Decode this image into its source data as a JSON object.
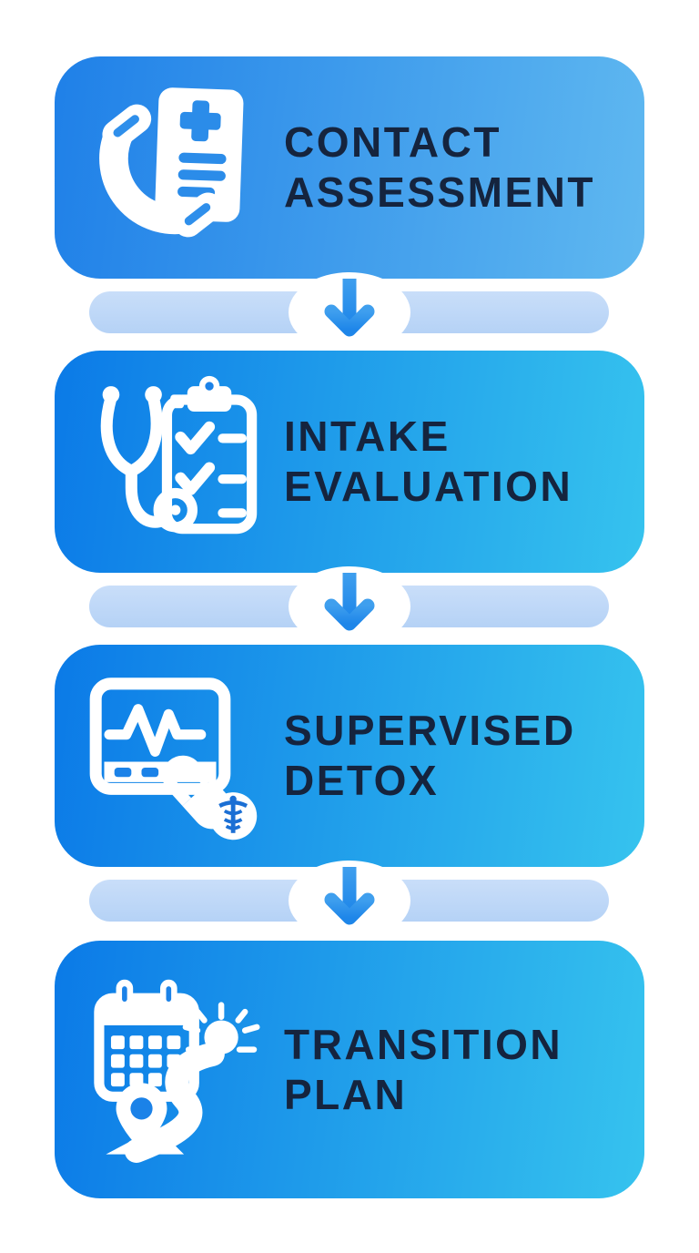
{
  "infographic": {
    "steps": [
      {
        "id": "contact-assessment",
        "line1": "CONTACT",
        "line2": "ASSESSMENT",
        "icon": "phone-medical-document-icon"
      },
      {
        "id": "intake-evaluation",
        "line1": "INTAKE",
        "line2": "EVALUATION",
        "icon": "stethoscope-clipboard-icon"
      },
      {
        "id": "supervised-detox",
        "line1": "SUPERVISED",
        "line2": "DETOX",
        "icon": "vitals-monitor-pill-caduceus-icon"
      },
      {
        "id": "transition-plan",
        "line1": "TRANSITION",
        "line2": "PLAN",
        "icon": "calendar-road-sun-pin-icon"
      }
    ],
    "connector_icon": "down-arrow-icon",
    "colors": {
      "background": "#ffffff",
      "card_gradient_start": "#0b7ae7",
      "card_gradient_end": "#36c3ee",
      "card1_gradient_start": "#1f80e8",
      "card1_gradient_end": "#5fb8f0",
      "title_text": "#15243e",
      "connector_bar": "#bcd7f7",
      "arrow": "#2a90ea",
      "icon_foreground": "#ffffff",
      "icon_accent_blue": "#2b8ce9"
    }
  }
}
